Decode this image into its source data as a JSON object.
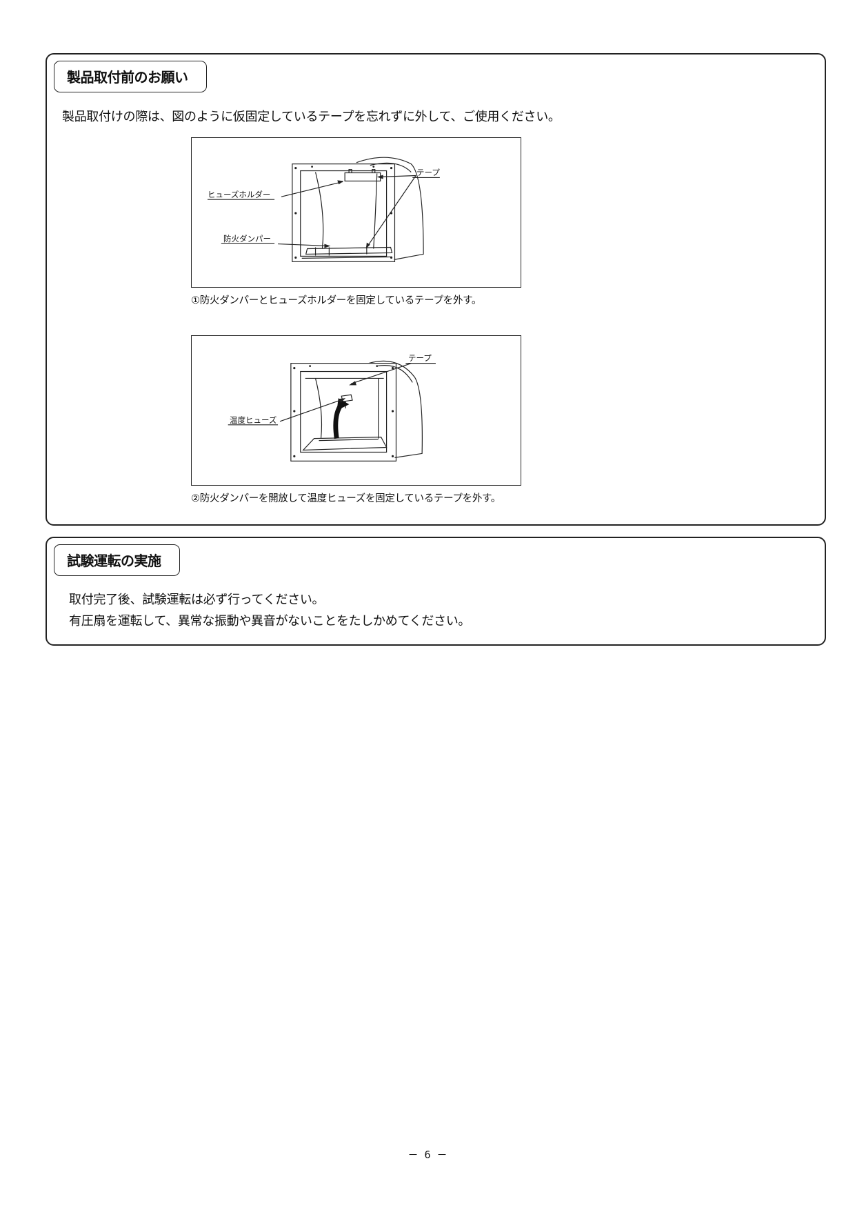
{
  "section1": {
    "title": "製品取付前のお願い",
    "intro": "製品取付けの際は、図のように仮固定しているテープを忘れずに外して、ご使用ください。",
    "figure1": {
      "label_tape": "テープ",
      "label_fuse_holder": "ヒューズホルダー",
      "label_damper": "防火ダンパー",
      "caption": "①防火ダンパーとヒューズホルダーを固定しているテープを外す。"
    },
    "figure2": {
      "label_tape": "テープ",
      "label_temp_fuse": "温度ヒューズ",
      "caption": "②防火ダンパーを開放して温度ヒューズを固定しているテープを外す。"
    }
  },
  "section2": {
    "title": "試験運転の実施",
    "line1": "取付完了後、試験運転は必ず行ってください。",
    "line2": "有圧扇を運転して、異常な振動や異音がないことをたしかめてください。"
  },
  "footer": {
    "page_number": "－ 6 －"
  }
}
